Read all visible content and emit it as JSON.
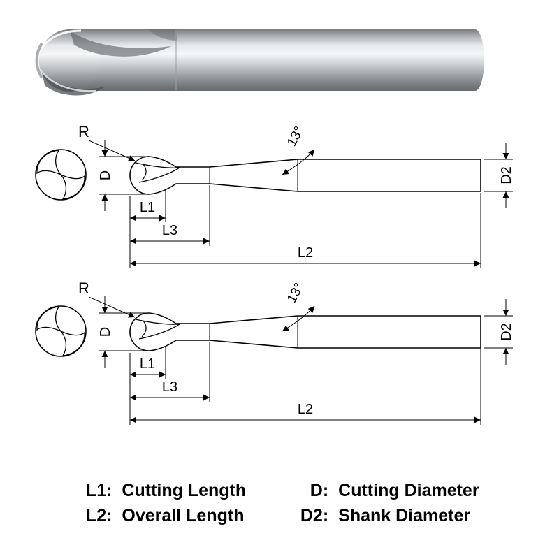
{
  "drawing": {
    "labels": {
      "radius": "R",
      "cutting_diameter": "D",
      "shank_diameter": "D2",
      "neck_angle": "13°",
      "cutting_length": "L1",
      "neck_length": "L3",
      "overall_length": "L2"
    }
  },
  "legend": {
    "items": [
      {
        "key": "L1:",
        "value": "Cutting Length"
      },
      {
        "key": "D:",
        "value": "Cutting Diameter"
      },
      {
        "key": "L2:",
        "value": "Overall Length"
      },
      {
        "key": "D2:",
        "value": "Shank Diameter"
      }
    ]
  },
  "colors": {
    "line": "#000000",
    "background": "#ffffff",
    "metal_highlight": "#f5f6f7",
    "metal_shadow": "#686c70"
  }
}
